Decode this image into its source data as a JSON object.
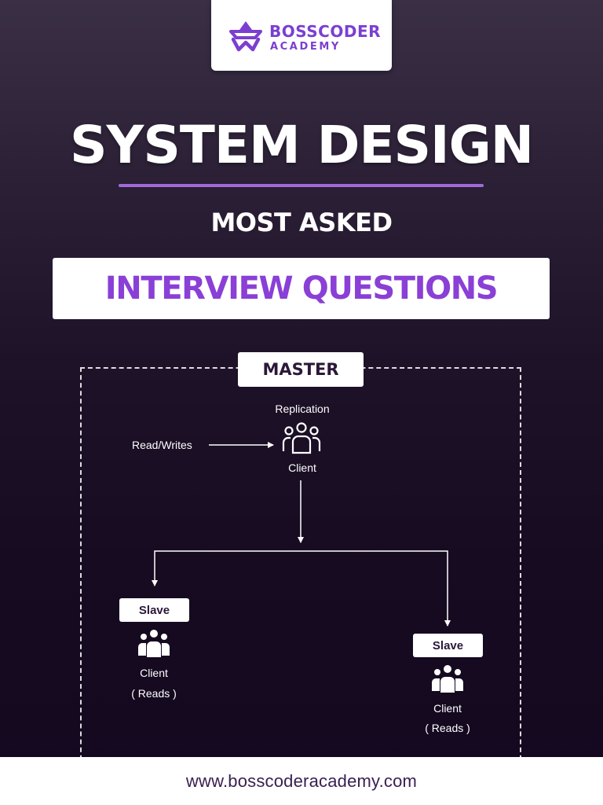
{
  "logo": {
    "name": "BOSSCODER",
    "sub": "ACADEMY",
    "color": "#7b3fd0"
  },
  "header": {
    "title": "SYSTEM DESIGN",
    "subtitle": "MOST ASKED",
    "banner": "INTERVIEW QUESTIONS",
    "accent_color": "#8a3fd6"
  },
  "diagram": {
    "master_label": "MASTER",
    "replication_label": "Replication",
    "read_writes_label": "Read/Writes",
    "master_client_label": "Client",
    "slaves": [
      {
        "box_label": "Slave",
        "client_label": "Client",
        "reads_label": "( Reads )"
      },
      {
        "box_label": "Slave",
        "client_label": "Client",
        "reads_label": "( Reads )"
      }
    ]
  },
  "footer": {
    "url": "www.bosscoderacademy.com"
  }
}
